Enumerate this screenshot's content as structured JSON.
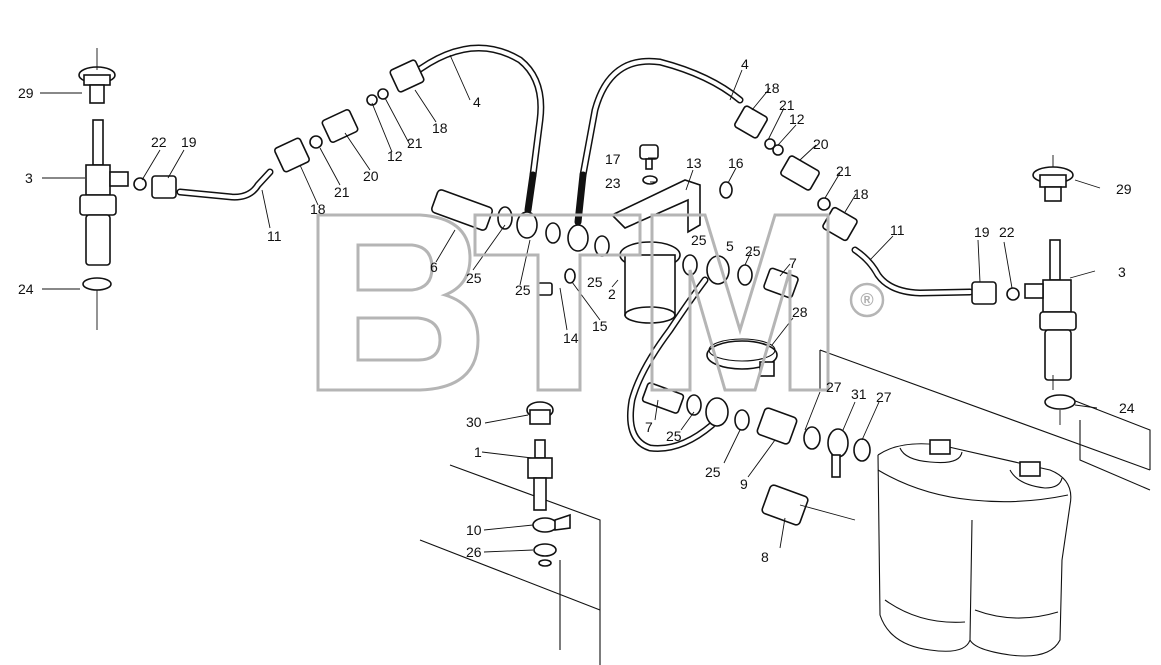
{
  "watermark": {
    "text": "BTM",
    "registered_mark": "®"
  },
  "colors": {
    "ink": "#111111",
    "watermark": "#b5b5b5",
    "background": "#ffffff"
  },
  "callouts": [
    {
      "id": "c29a",
      "text": "29"
    },
    {
      "id": "c3a",
      "text": "3"
    },
    {
      "id": "c22a",
      "text": "22"
    },
    {
      "id": "c19a",
      "text": "19"
    },
    {
      "id": "c24a",
      "text": "24"
    },
    {
      "id": "c11a",
      "text": "11"
    },
    {
      "id": "c18a",
      "text": "18"
    },
    {
      "id": "c21a",
      "text": "21"
    },
    {
      "id": "c20a",
      "text": "20"
    },
    {
      "id": "c12a",
      "text": "12"
    },
    {
      "id": "c21b",
      "text": "21"
    },
    {
      "id": "c18b",
      "text": "18"
    },
    {
      "id": "c4a",
      "text": "4"
    },
    {
      "id": "c6",
      "text": "6"
    },
    {
      "id": "c25a",
      "text": "25"
    },
    {
      "id": "c25b",
      "text": "25"
    },
    {
      "id": "c14",
      "text": "14"
    },
    {
      "id": "c15",
      "text": "15"
    },
    {
      "id": "c17",
      "text": "17"
    },
    {
      "id": "c23",
      "text": "23"
    },
    {
      "id": "c13",
      "text": "13"
    },
    {
      "id": "c16",
      "text": "16"
    },
    {
      "id": "c25c",
      "text": "25"
    },
    {
      "id": "c25d",
      "text": "25"
    },
    {
      "id": "c2",
      "text": "2"
    },
    {
      "id": "c5",
      "text": "5"
    },
    {
      "id": "c25e",
      "text": "25"
    },
    {
      "id": "c7a",
      "text": "7"
    },
    {
      "id": "c4b",
      "text": "4"
    },
    {
      "id": "c18c",
      "text": "18"
    },
    {
      "id": "c21c",
      "text": "21"
    },
    {
      "id": "c12b",
      "text": "12"
    },
    {
      "id": "c20b",
      "text": "20"
    },
    {
      "id": "c21d",
      "text": "21"
    },
    {
      "id": "c18d",
      "text": "18"
    },
    {
      "id": "c11b",
      "text": "11"
    },
    {
      "id": "c19b",
      "text": "19"
    },
    {
      "id": "c22b",
      "text": "22"
    },
    {
      "id": "c3b",
      "text": "3"
    },
    {
      "id": "c29b",
      "text": "29"
    },
    {
      "id": "c24b",
      "text": "24"
    },
    {
      "id": "c28",
      "text": "28"
    },
    {
      "id": "c27a",
      "text": "27"
    },
    {
      "id": "c31",
      "text": "31"
    },
    {
      "id": "c27b",
      "text": "27"
    },
    {
      "id": "c7b",
      "text": "7"
    },
    {
      "id": "c25f",
      "text": "25"
    },
    {
      "id": "c25g",
      "text": "25"
    },
    {
      "id": "c9",
      "text": "9"
    },
    {
      "id": "c8",
      "text": "8"
    },
    {
      "id": "c30",
      "text": "30"
    },
    {
      "id": "c1",
      "text": "1"
    },
    {
      "id": "c10",
      "text": "10"
    },
    {
      "id": "c26",
      "text": "26"
    }
  ]
}
